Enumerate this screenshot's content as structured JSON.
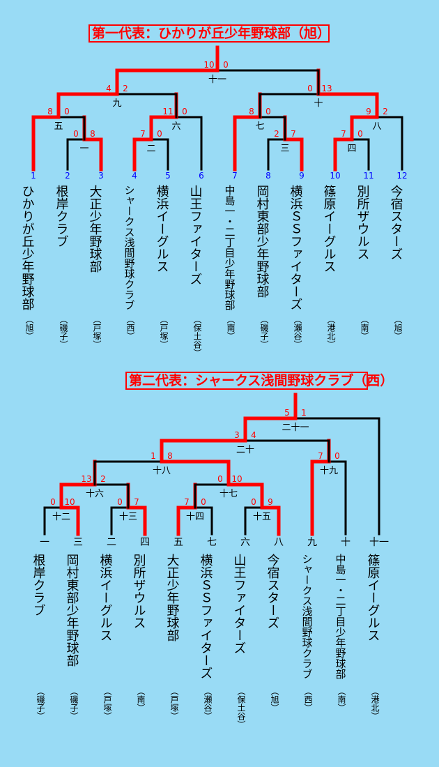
{
  "colors": {
    "background": "#99dbf5",
    "winner_line": "#ff0000",
    "line": "#000000",
    "score": "#ff0000",
    "seed_number": "#0000ff",
    "text": "#000000"
  },
  "bracket1": {
    "title": "第一代表：ひかりが丘少年野球部（旭）",
    "teams": [
      {
        "seed": "1",
        "name": "ひかりが丘少年野球部",
        "district": "（旭）"
      },
      {
        "seed": "2",
        "name": "根岸クラブ",
        "district": "（磯子）"
      },
      {
        "seed": "3",
        "name": "大正少年野球部",
        "district": "（戸塚）"
      },
      {
        "seed": "4",
        "name": "シャークス浅間野球クラブ",
        "district": "（西）"
      },
      {
        "seed": "5",
        "name": "横浜イーグルス",
        "district": "（戸塚）"
      },
      {
        "seed": "6",
        "name": "山王ファイターズ",
        "district": "（保土谷）"
      },
      {
        "seed": "7",
        "name": "中島一・二丁目少年野球部",
        "district": "（南）"
      },
      {
        "seed": "8",
        "name": "岡村東部少年野球部",
        "district": "（磯子）"
      },
      {
        "seed": "9",
        "name": "横浜ＳＳファイターズ",
        "district": "（瀬谷）"
      },
      {
        "seed": "10",
        "name": "篠原イーグルス",
        "district": "（港北）"
      },
      {
        "seed": "11",
        "name": "別所ザウルス",
        "district": "（南）"
      },
      {
        "seed": "12",
        "name": "今宿スターズ",
        "district": "（旭）"
      }
    ],
    "games": [
      {
        "label": "一",
        "left": "0",
        "right": "8"
      },
      {
        "label": "二",
        "left": "7",
        "right": "0"
      },
      {
        "label": "三",
        "left": "2",
        "right": "7"
      },
      {
        "label": "四",
        "left": "7",
        "right": "0"
      },
      {
        "label": "五",
        "left": "8",
        "right": "0"
      },
      {
        "label": "六",
        "left": "11",
        "right": "0"
      },
      {
        "label": "七",
        "left": "8",
        "right": "0"
      },
      {
        "label": "八",
        "left": "9",
        "right": "2"
      },
      {
        "label": "九",
        "left": "4",
        "right": "2"
      },
      {
        "label": "十",
        "left": "0",
        "right": "13"
      },
      {
        "label": "十一",
        "left": "10",
        "right": "0"
      }
    ]
  },
  "bracket2": {
    "title": "第二代表：シャークス浅間野球クラブ（西）",
    "entries": [
      {
        "slot": "一",
        "name": "根岸クラブ",
        "district": "（磯子）"
      },
      {
        "slot": "三",
        "name": "岡村東部少年野球部",
        "district": "（磯子）"
      },
      {
        "slot": "二",
        "name": "横浜イーグルス",
        "district": "（戸塚）"
      },
      {
        "slot": "四",
        "name": "別所ザウルス",
        "district": "（南）"
      },
      {
        "slot": "五",
        "name": "大正少年野球部",
        "district": "（戸塚）"
      },
      {
        "slot": "七",
        "name": "横浜ＳＳファイターズ",
        "district": "（瀬谷）"
      },
      {
        "slot": "六",
        "name": "山王ファイターズ",
        "district": "（保土谷）"
      },
      {
        "slot": "八",
        "name": "今宿スターズ",
        "district": "（旭）"
      },
      {
        "slot": "九",
        "name": "シャークス浅間野球クラブ",
        "district": "（西）"
      },
      {
        "slot": "十",
        "name": "中島一・二丁目少年野球部",
        "district": "（南）"
      },
      {
        "slot": "十一",
        "name": "篠原イーグルス",
        "district": "（港北）"
      }
    ],
    "games": [
      {
        "label": "十二",
        "left": "0",
        "right": "10"
      },
      {
        "label": "十三",
        "left": "0",
        "right": "7"
      },
      {
        "label": "十四",
        "left": "7",
        "right": "0"
      },
      {
        "label": "十五",
        "left": "0",
        "right": "9"
      },
      {
        "label": "十六",
        "left": "13",
        "right": "2"
      },
      {
        "label": "十七",
        "left": "0",
        "right": "10"
      },
      {
        "label": "十八",
        "left": "1",
        "right": "8"
      },
      {
        "label": "十九",
        "left": "7",
        "right": "0"
      },
      {
        "label": "二十",
        "left": "3",
        "right": "4"
      },
      {
        "label": "二十一",
        "left": "5",
        "right": "1"
      }
    ]
  }
}
